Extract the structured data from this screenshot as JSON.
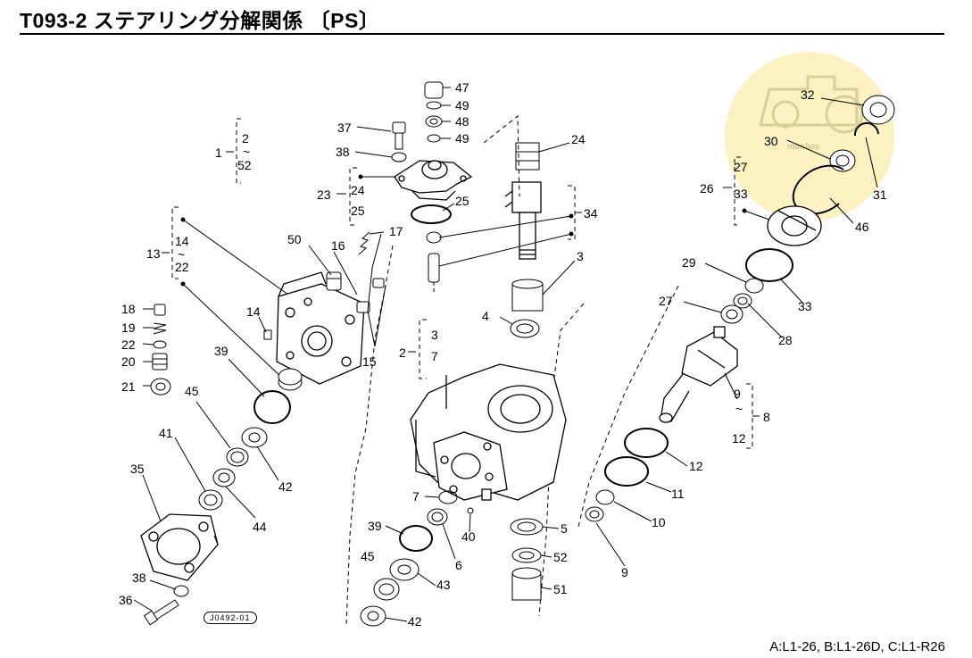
{
  "header": {
    "title": "T093-2 ステアリング分解関係 〔PS〕"
  },
  "footer": {
    "models": "A:L1-26, B:L1-26D, C:L1-R26"
  },
  "watermark": {
    "text": "manbou"
  },
  "drawing_code": "J0492-01",
  "colors": {
    "watermark_bg": "#fbefb6",
    "line": "#000000"
  },
  "callouts": {
    "c1": "1",
    "c2a": "2",
    "c2b": "52",
    "c13": "13",
    "c14": "14",
    "c22": "22",
    "c18": "18",
    "c19": "19",
    "c22b": "22",
    "c20": "20",
    "c21": "21",
    "c50": "50",
    "c16": "16",
    "c17": "17",
    "c14b": "14",
    "c15": "15",
    "c39": "39",
    "c45": "45",
    "c42": "42",
    "c41": "41",
    "c44": "44",
    "c35": "35",
    "c38": "38",
    "c36": "36",
    "c37": "37",
    "c38b": "38",
    "c23": "23",
    "c24": "24",
    "c25": "25",
    "c47": "47",
    "c49a": "49",
    "c48": "48",
    "c49b": "49",
    "c25b": "25",
    "c24b": "24",
    "c34": "34",
    "c3": "3",
    "c4": "4",
    "c2": "2",
    "c3b": "3",
    "c7b": "7",
    "c7": "7",
    "c39b": "39",
    "c40": "40",
    "c6": "6",
    "c45b": "45",
    "c43": "43",
    "c42b": "42",
    "c5": "5",
    "c52": "52",
    "c51": "51",
    "c32": "32",
    "c30": "30",
    "c31": "31",
    "c27": "27",
    "c26": "26",
    "c33": "33",
    "c46": "46",
    "c29": "29",
    "c33b": "33",
    "c27b": "27",
    "c28": "28",
    "c9": "9",
    "c8": "8",
    "c12": "12",
    "c12b": "12",
    "c11": "11",
    "c10": "10",
    "c9b": "9"
  }
}
